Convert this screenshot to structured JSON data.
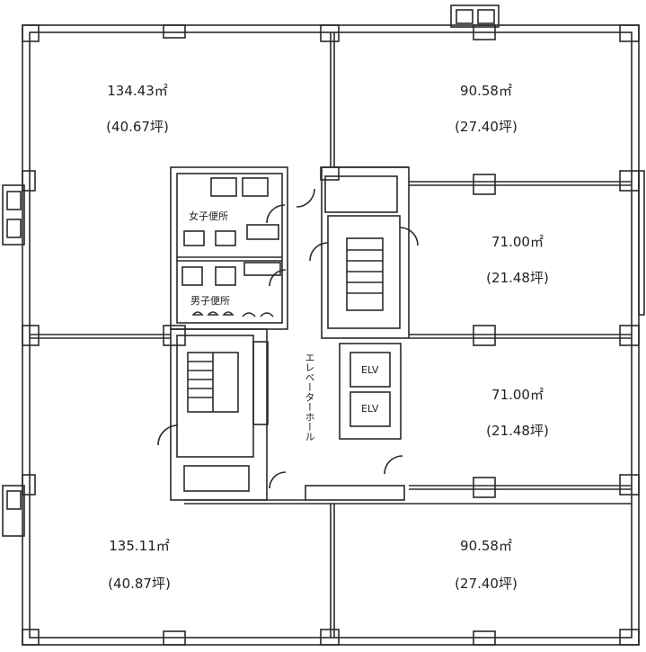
{
  "areas": [
    {
      "id": "nw",
      "sqm": "134.43㎡",
      "tsubo": "(40.67坪)"
    },
    {
      "id": "ne",
      "sqm": "90.58㎡",
      "tsubo": "(27.40坪)"
    },
    {
      "id": "e1",
      "sqm": "71.00㎡",
      "tsubo": "(21.48坪)"
    },
    {
      "id": "e2",
      "sqm": "71.00㎡",
      "tsubo": "(21.48坪)"
    },
    {
      "id": "sw",
      "sqm": "135.11㎡",
      "tsubo": "(40.87坪)"
    },
    {
      "id": "se",
      "sqm": "90.58㎡",
      "tsubo": "(27.40坪)"
    }
  ],
  "rooms": {
    "womens_toilet": "女子便所",
    "mens_toilet": "男子便所",
    "elevator_hall": "エレベーターホール",
    "elv1": "ELV",
    "elv2": "ELV"
  },
  "colors": {
    "line": "#2a2a2a",
    "background": "#ffffff"
  }
}
